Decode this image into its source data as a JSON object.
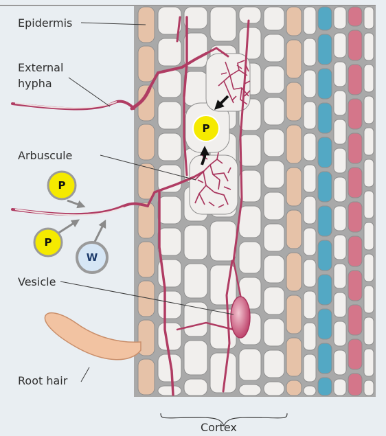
{
  "labels": {
    "epidermis": "Epidermis",
    "external_hypha_1": "External",
    "external_hypha_2": "hypha",
    "arbuscule": "Arbuscule",
    "vesicle": "Vesicle",
    "root_hair": "Root hair",
    "cortex": "Cortex"
  },
  "badges": {
    "p_cell": "P",
    "p_upper": "P",
    "p_lower": "P",
    "w": "W"
  },
  "colors": {
    "page": "#e9eef2",
    "cell_fill": "#f1efed",
    "cell_stroke": "#8f8f8f",
    "wall_gap": "#a9a9a9",
    "hypha": "#b03c63",
    "epidermis_cells": "#e6c2a8",
    "blue_cells": "#53a8c4",
    "pink_cells": "#d4768a",
    "p_badge": "#f5ea00",
    "w_badge": "#d6e6f5"
  }
}
